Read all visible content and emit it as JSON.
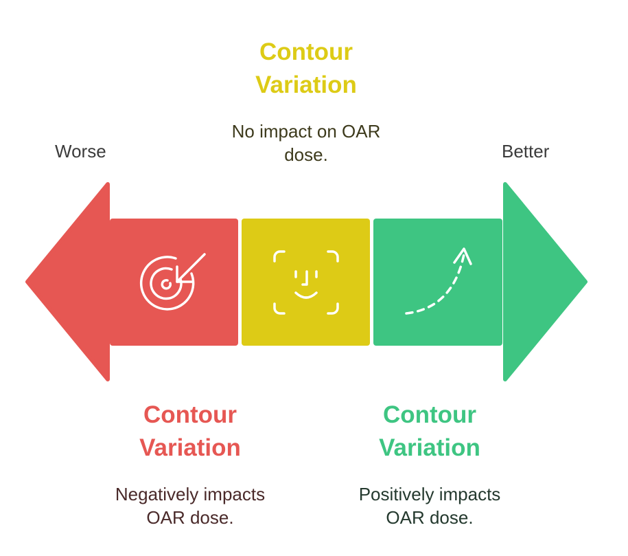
{
  "ends": {
    "left_label": "Worse",
    "right_label": "Better"
  },
  "segments": [
    {
      "title_line1": "Contour",
      "title_line2": "Variation",
      "description_line1": "Negatively impacts",
      "description_line2": "OAR dose.",
      "color": "#E65753",
      "text_color": "#4A2A2A",
      "icon": "target-arrow-icon"
    },
    {
      "title_line1": "Contour",
      "title_line2": "Variation",
      "description_line1": "No impact on OAR",
      "description_line2": "dose.",
      "color": "#DDCB16",
      "text_color": "#3D3A1C",
      "icon": "face-scan-icon"
    },
    {
      "title_line1": "Contour",
      "title_line2": "Variation",
      "description_line1": "Positively impacts",
      "description_line2": "OAR dose.",
      "color": "#3EC582",
      "text_color": "#24392E",
      "icon": "dashed-curve-arrow-icon"
    }
  ]
}
